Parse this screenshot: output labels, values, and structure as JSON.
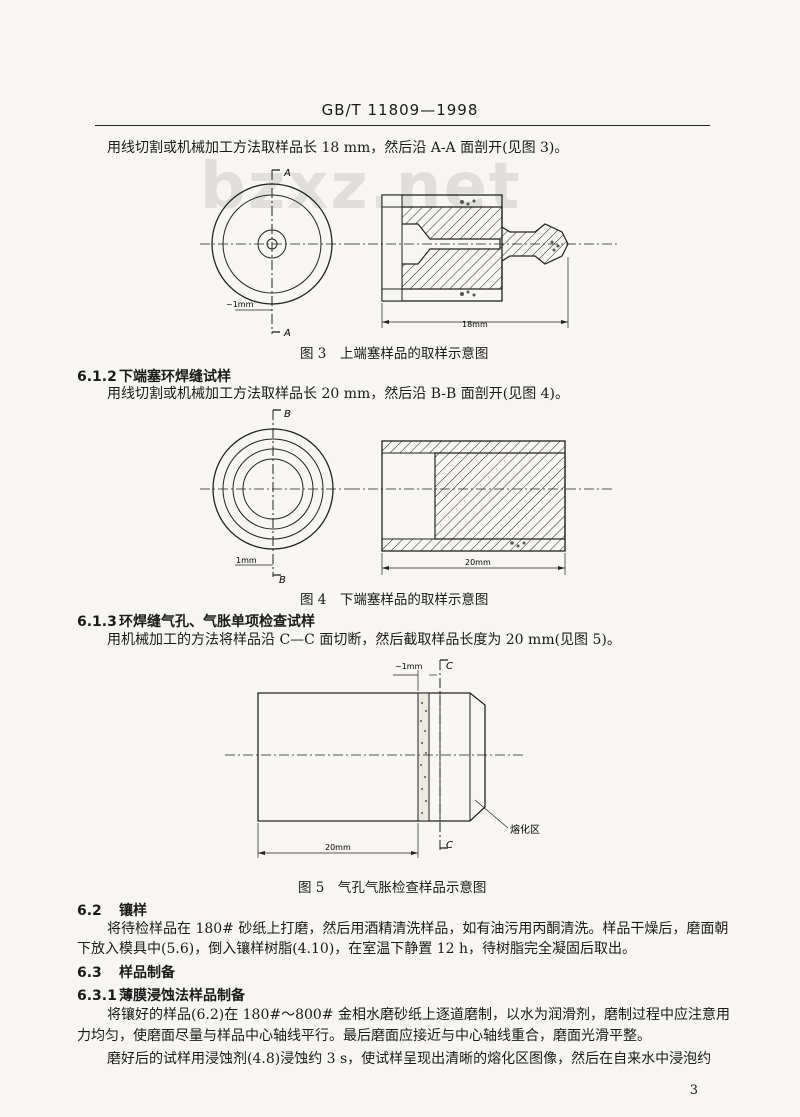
{
  "header": {
    "standard_number": "GB/T 11809—1998"
  },
  "watermark": "bzxz.net",
  "intro_line": "用线切割或机械加工方法取样品长 18 mm，然后沿 A-A 面剖开(见图 3)。",
  "figure3": {
    "caption": "图 3　上端塞样品的取样示意图",
    "section_label_top": "A",
    "section_label_bottom": "A",
    "dim_left": "~1mm",
    "dim_bottom": "18mm"
  },
  "section_6_1_2": {
    "number": "6.1.2",
    "title": "下端塞环焊缝试样",
    "body": "用线切割或机械加工方法取样品长 20 mm，然后沿 B-B 面剖开(见图 4)。"
  },
  "figure4": {
    "caption": "图 4　下端塞样品的取样示意图",
    "section_label_top": "B",
    "section_label_bottom": "B",
    "dim_left": "1mm",
    "dim_bottom": "20mm"
  },
  "section_6_1_3": {
    "number": "6.1.3",
    "title": "环焊缝气孔、气胀单项检查试样",
    "body": "用机械加工的方法将样品沿 C—C 面切断，然后截取样品长度为 20 mm(见图 5)。"
  },
  "figure5": {
    "caption": "图 5　气孔气胀检查样品示意图",
    "section_label_top": "C",
    "section_label_bottom": "C",
    "dim_top": "~1mm",
    "dim_bottom": "20mm",
    "fusion_zone_label": "熔化区"
  },
  "section_6_2": {
    "number": "6.2",
    "title": "镶样",
    "body_line1": "将待检样品在 180# 砂纸上打磨，然后用酒精清洗样品，如有油污用丙酮清洗。样品干燥后，磨面朝",
    "body_line2": "下放入模具中(5.6)，倒入镶样树脂(4.10)，在室温下静置 12 h，待树脂完全凝固后取出。"
  },
  "section_6_3": {
    "number": "6.3",
    "title": "样品制备"
  },
  "section_6_3_1": {
    "number": "6.3.1",
    "title": "薄膜浸蚀法样品制备",
    "body_line1": "将镶好的样品(6.2)在 180#～800# 金相水磨砂纸上逐道磨制，以水为润滑剂，磨制过程中应注意用",
    "body_line2": "力均匀，使磨面尽量与样品中心轴线平行。最后磨面应接近与中心轴线重合，磨面光滑平整。",
    "body_line3": "磨好后的试样用浸蚀剂(4.8)浸蚀约 3 s，使试样呈现出清晰的熔化区图像，然后在自来水中浸泡约"
  },
  "page_number": "3"
}
